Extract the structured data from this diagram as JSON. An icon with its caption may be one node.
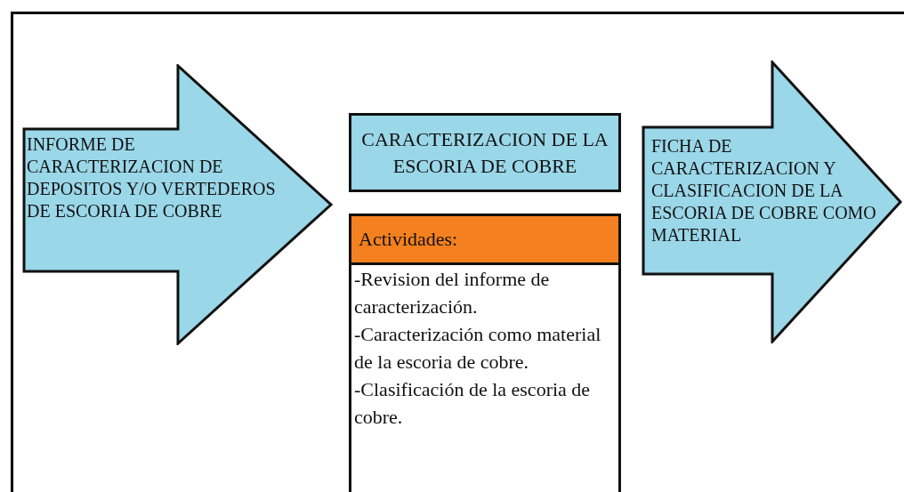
{
  "diagram": {
    "nodes": [
      {
        "text": [
          "INFORME DE CARACTERIZACION DE DEPOSITOS Y/O VERTEDEROS DE ESCORIA DE COBRE"
        ]
      },
      {
        "text": [
          "CARACTERIZACION DE LA ESCORIA DE COBRE"
        ]
      },
      {
        "text": [
          "Actividades:",
          "-Revision del informe de caracterización.",
          "-Caracterización como material de la escoria de cobre.",
          "-Clasificación de la escoria de cobre."
        ]
      },
      {
        "text": [
          "FICHA DE CARACTERIZACION Y CLASIFICACION DE LA ESCORIA DE COBRE COMO MATERIAL"
        ]
      }
    ]
  }
}
